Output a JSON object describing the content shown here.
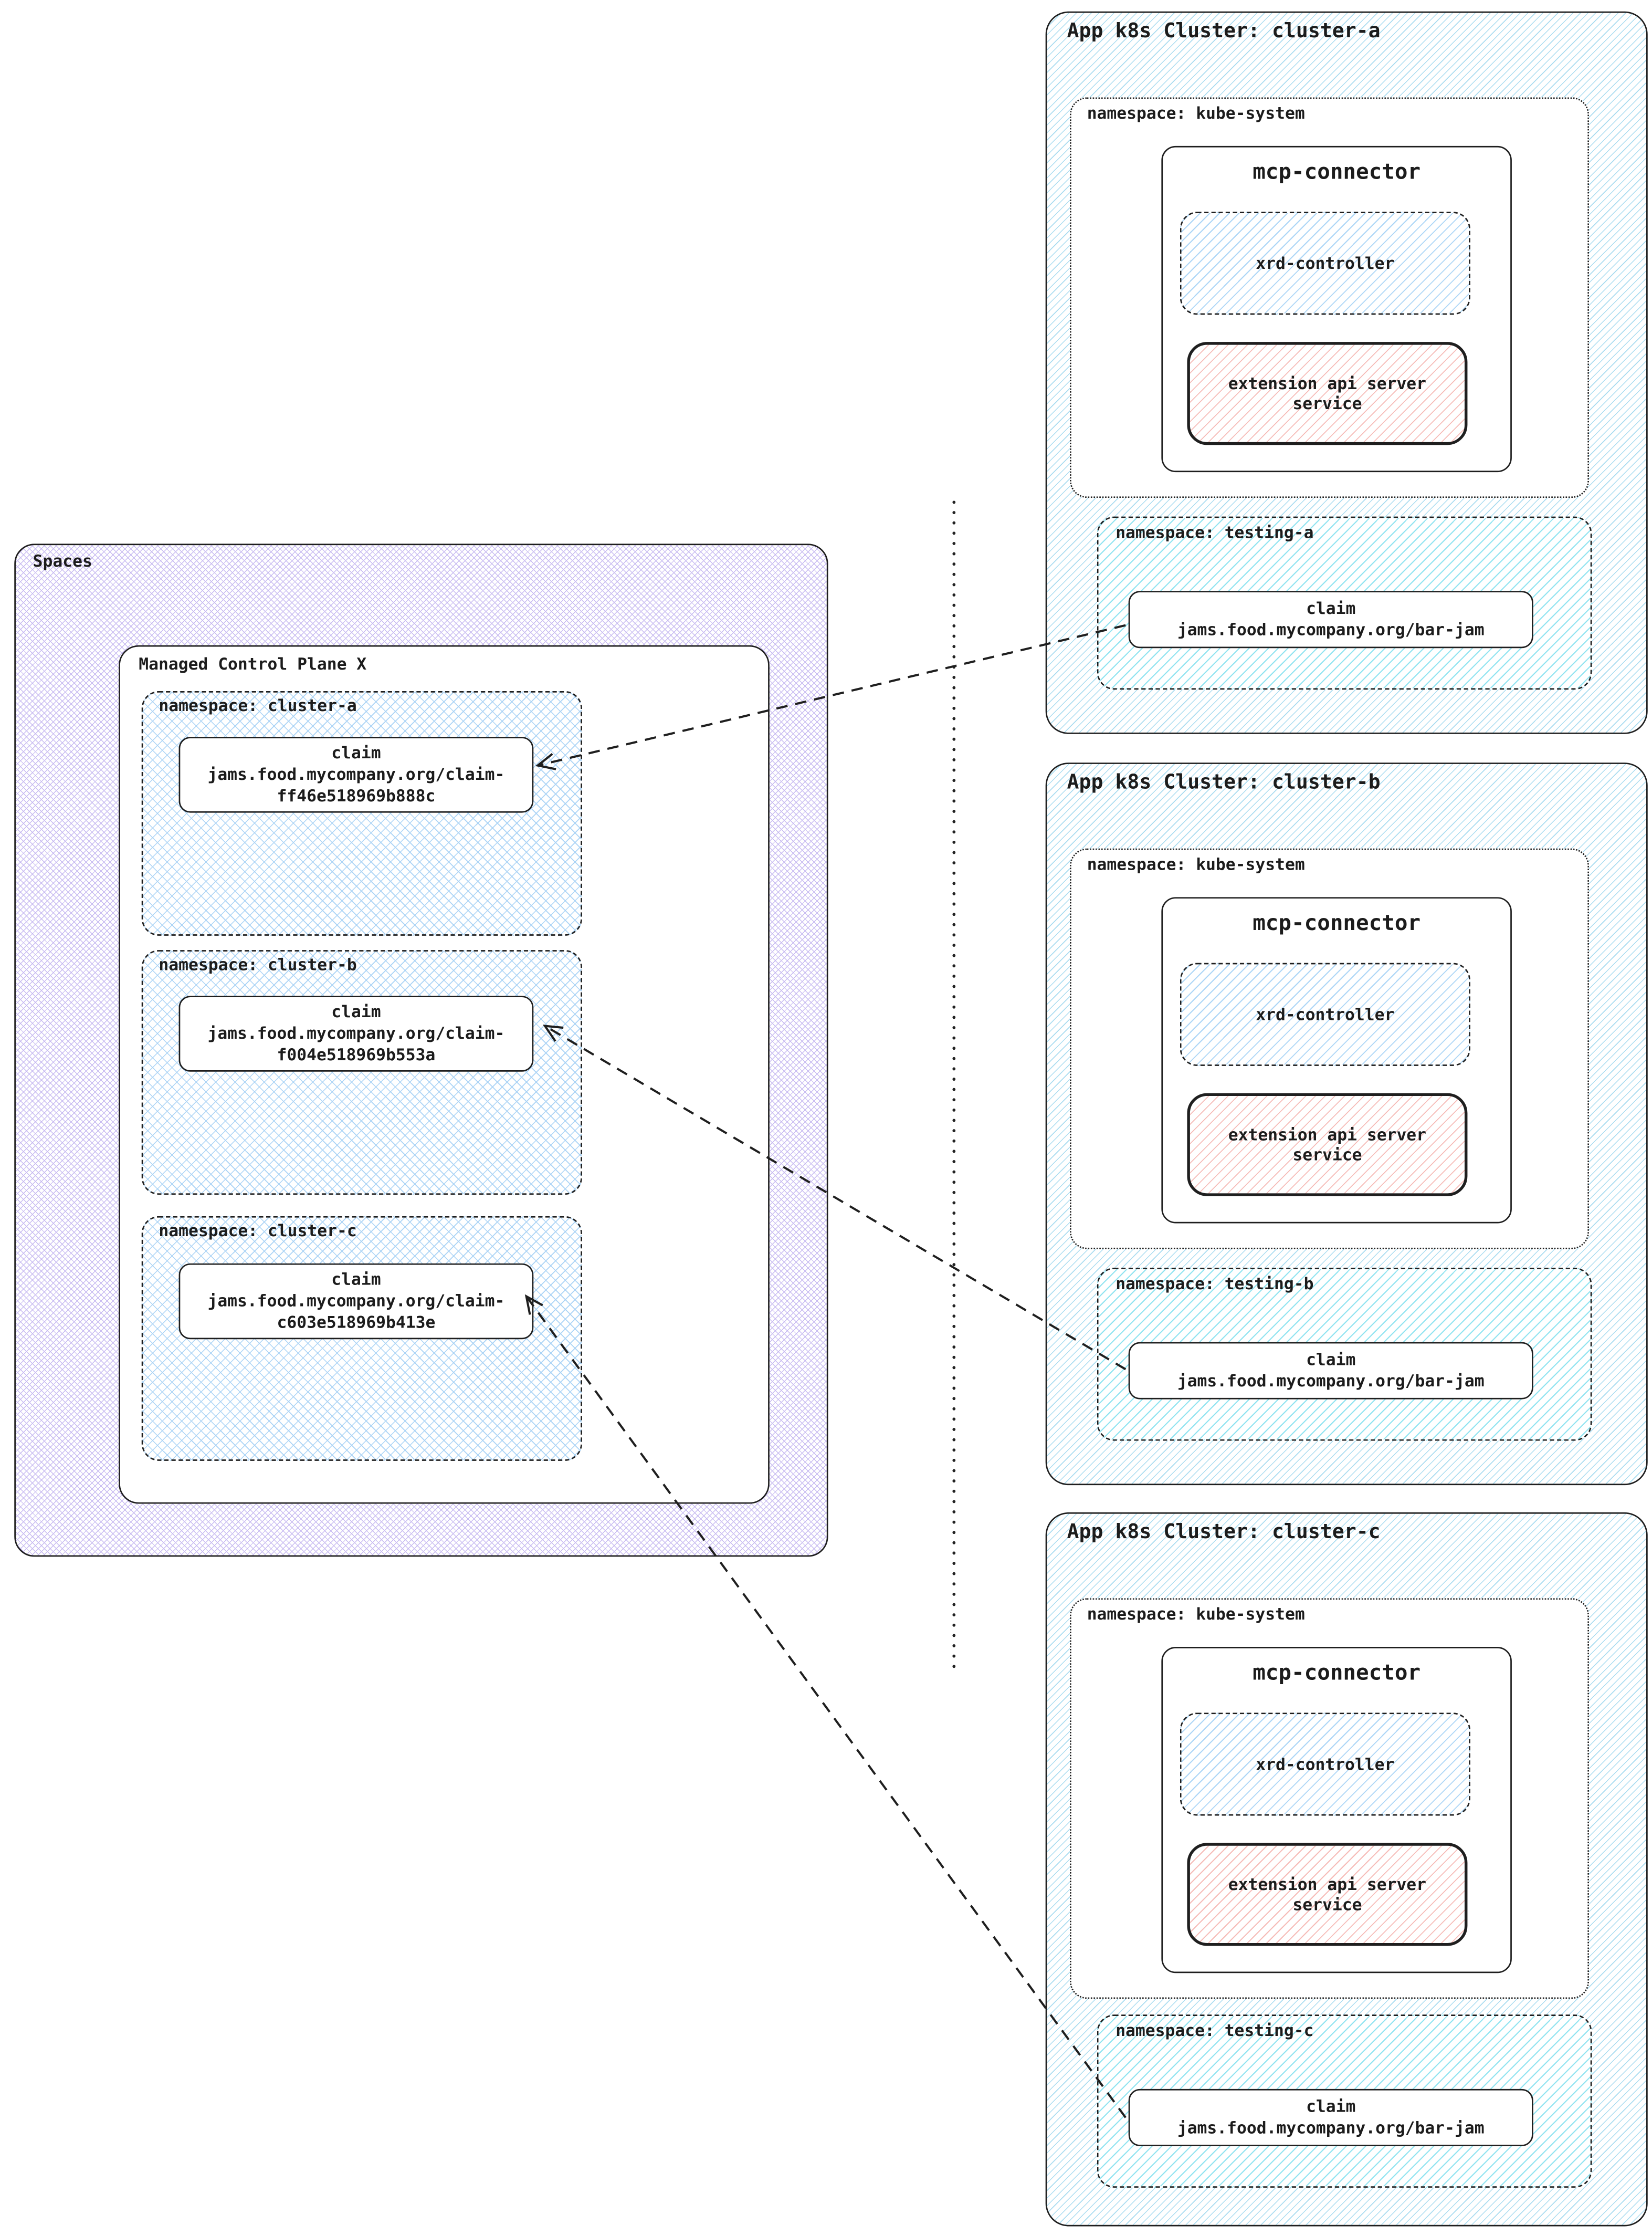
{
  "diagram": {
    "spaces": {
      "label": "Spaces",
      "control_plane": {
        "label": "Managed Control Plane X",
        "namespaces": [
          {
            "label": "namespace: cluster-a",
            "claim": {
              "title": "claim",
              "line1": "jams.food.mycompany.org/claim-",
              "line2": "ff46e518969b888c"
            }
          },
          {
            "label": "namespace: cluster-b",
            "claim": {
              "title": "claim",
              "line1": "jams.food.mycompany.org/claim-",
              "line2": "f004e518969b553a"
            }
          },
          {
            "label": "namespace: cluster-c",
            "claim": {
              "title": "claim",
              "line1": "jams.food.mycompany.org/claim-",
              "line2": "c603e518969b413e"
            }
          }
        ]
      }
    },
    "clusters": [
      {
        "title": "App k8s Cluster: cluster-a",
        "kube_system": {
          "label": "namespace: kube-system",
          "mcp_connector": {
            "title": "mcp-connector",
            "xrd_controller": {
              "label": "xrd-controller"
            },
            "extension_api": {
              "line1": "extension api server",
              "line2": "service"
            }
          }
        },
        "testing": {
          "label": "namespace: testing-a",
          "claim": {
            "title": "claim",
            "line1": "jams.food.mycompany.org/bar-jam"
          }
        }
      },
      {
        "title": "App k8s Cluster: cluster-b",
        "kube_system": {
          "label": "namespace: kube-system",
          "mcp_connector": {
            "title": "mcp-connector",
            "xrd_controller": {
              "label": "xrd-controller"
            },
            "extension_api": {
              "line1": "extension api server",
              "line2": "service"
            }
          }
        },
        "testing": {
          "label": "namespace: testing-b",
          "claim": {
            "title": "claim",
            "line1": "jams.food.mycompany.org/bar-jam"
          }
        }
      },
      {
        "title": "App k8s Cluster: cluster-c",
        "kube_system": {
          "label": "namespace: kube-system",
          "mcp_connector": {
            "title": "mcp-connector",
            "xrd_controller": {
              "label": "xrd-controller"
            },
            "extension_api": {
              "line1": "extension api server",
              "line2": "service"
            }
          }
        },
        "testing": {
          "label": "namespace: testing-c",
          "claim": {
            "title": "claim",
            "line1": "jams.food.mycompany.org/bar-jam"
          }
        }
      }
    ],
    "colors": {
      "border": "#1f1f1f",
      "cluster_hatch": "#aadcf0",
      "testing_hatch": "#8ee3f0",
      "xrd_hatch": "#abd5f6",
      "extension_hatch": "#f6bcb8",
      "namespace_crosshatch": "#a8d2f5",
      "spaces_crosshatch": "#c7baf1"
    }
  }
}
